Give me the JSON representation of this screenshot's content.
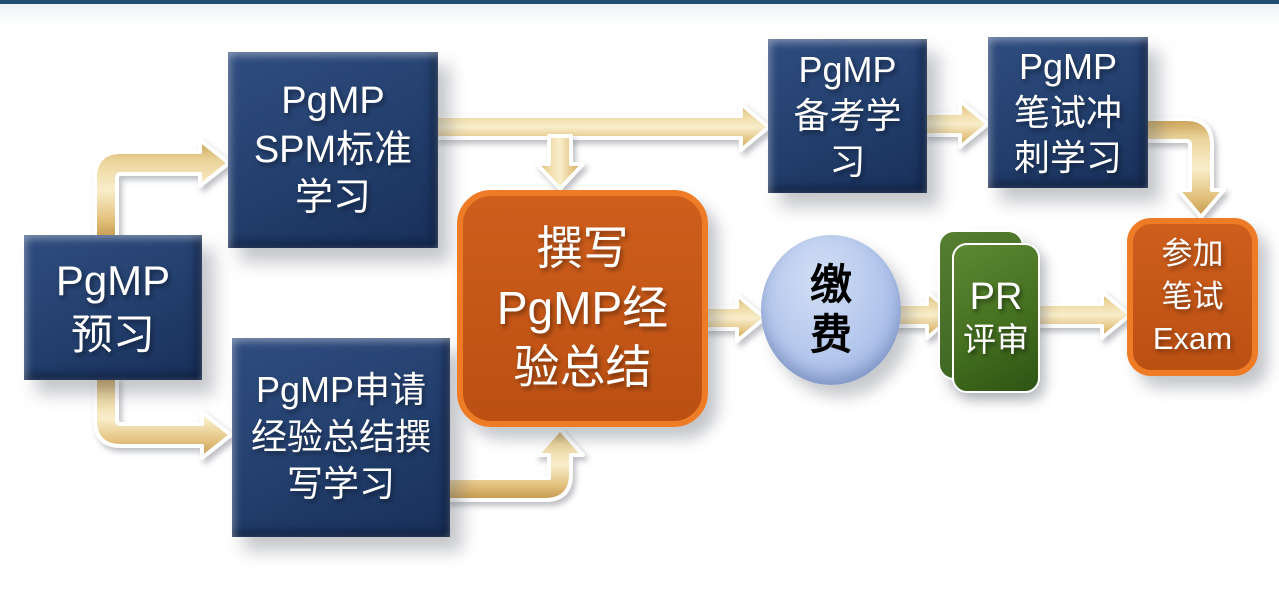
{
  "topbar": {
    "color": "#235070"
  },
  "palette": {
    "navy_box": "#223E6C",
    "orange_fill": "#C2571E",
    "orange_border": "#EE7C26",
    "green_fill": "#3F6B22",
    "pay_circle_fill": "#B3C6EC",
    "arrow_fill": "#F0D79E",
    "arrow_outline": "#FFFFFF",
    "text_light": "#FFFFFF",
    "text_dark": "#000000"
  },
  "nodes": {
    "preview": {
      "lines": [
        "PgMP",
        "预习"
      ]
    },
    "spm": {
      "lines": [
        "PgMP",
        "SPM标准",
        "学习"
      ]
    },
    "apply": {
      "lines": [
        "PgMP申请",
        "经验总结撰",
        "写学习"
      ]
    },
    "write": {
      "lines": [
        "撰写",
        "PgMP经",
        "验总结"
      ]
    },
    "prep": {
      "lines": [
        "PgMP",
        "备考学",
        "习"
      ]
    },
    "sprint": {
      "lines": [
        "PgMP",
        "笔试冲",
        "刺学习"
      ]
    },
    "pay": {
      "lines": [
        "缴",
        "费"
      ]
    },
    "review": {
      "lines": [
        "PR",
        "评审"
      ]
    },
    "exam": {
      "lines": [
        "参加",
        "笔试",
        "Exam"
      ]
    }
  },
  "edges": [
    {
      "from": "preview",
      "to": "spm"
    },
    {
      "from": "preview",
      "to": "apply"
    },
    {
      "from": "spm",
      "to": "prep"
    },
    {
      "from": "spm",
      "to": "write"
    },
    {
      "from": "apply",
      "to": "write"
    },
    {
      "from": "write",
      "to": "pay"
    },
    {
      "from": "pay",
      "to": "review"
    },
    {
      "from": "review",
      "to": "exam"
    },
    {
      "from": "prep",
      "to": "sprint"
    },
    {
      "from": "sprint",
      "to": "exam"
    }
  ]
}
